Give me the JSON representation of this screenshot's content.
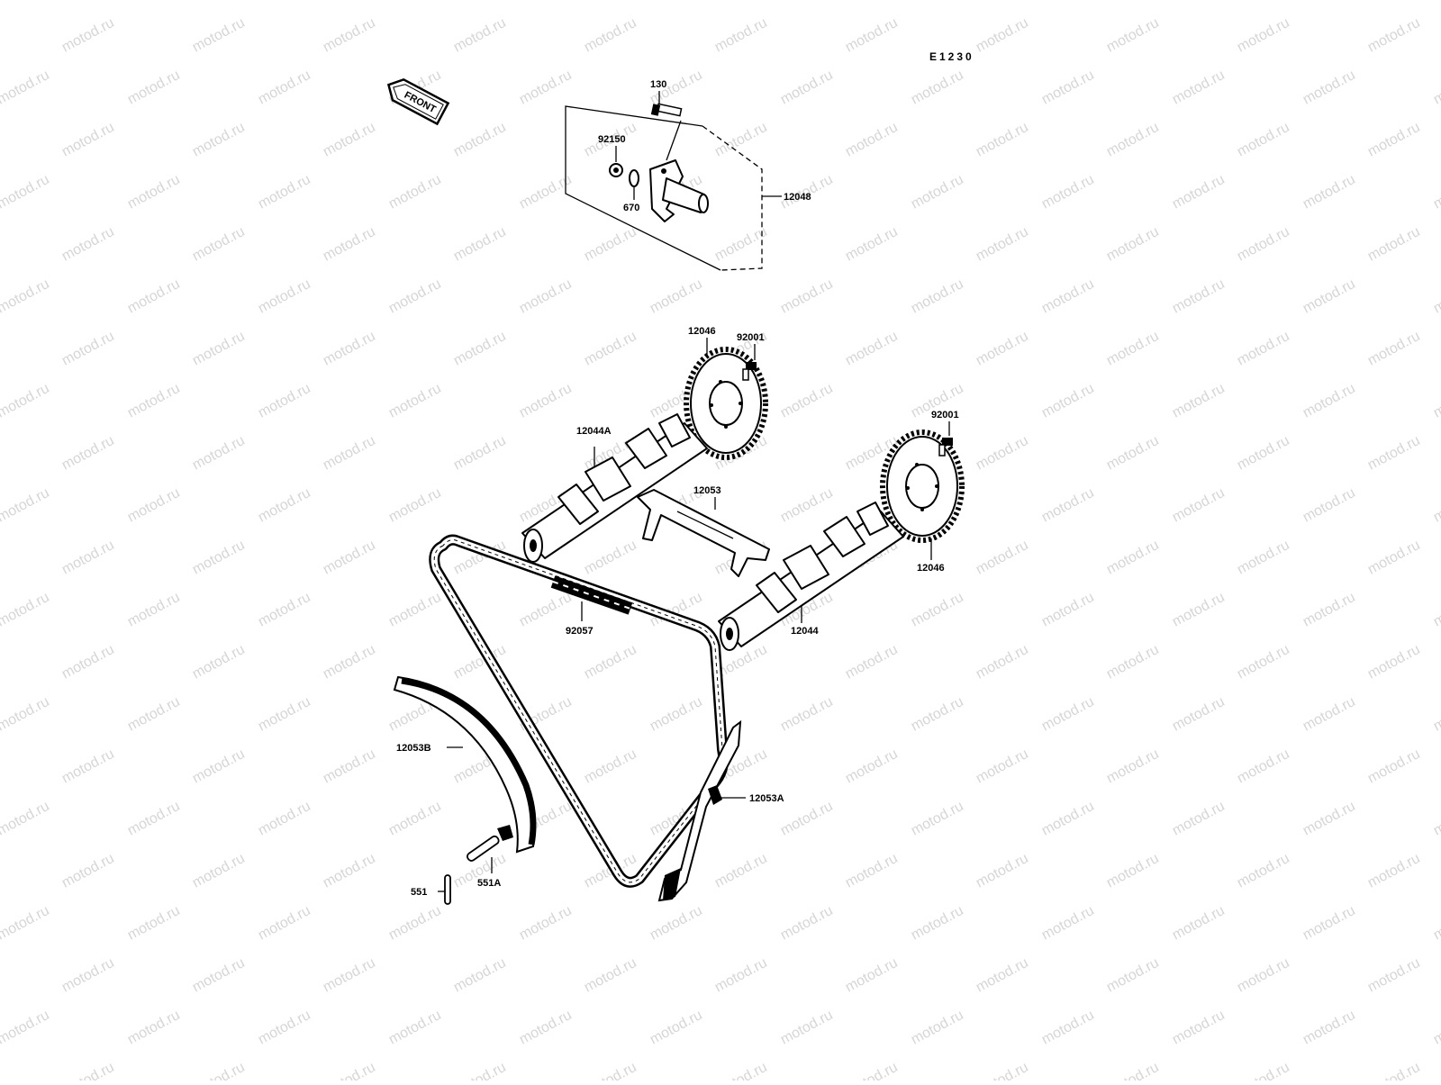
{
  "watermark": "motod.ru",
  "sheet_code": "E1230",
  "front_label": "FRONT",
  "labels": {
    "bolt_130": "130",
    "nut_92150": "92150",
    "oring_670": "670",
    "tensioner_12048": "12048",
    "sprocket_upper_12046": "12046",
    "bolt_upper_92001": "92001",
    "camshaft_12044a": "12044A",
    "guide_12053": "12053",
    "bolt_lower_92001": "92001",
    "sprocket_lower_12046": "12046",
    "camshaft_12044": "12044",
    "chain_92057": "92057",
    "guide_12053b": "12053B",
    "guide_12053a": "12053A",
    "pin_551a": "551A",
    "pin_551": "551"
  }
}
